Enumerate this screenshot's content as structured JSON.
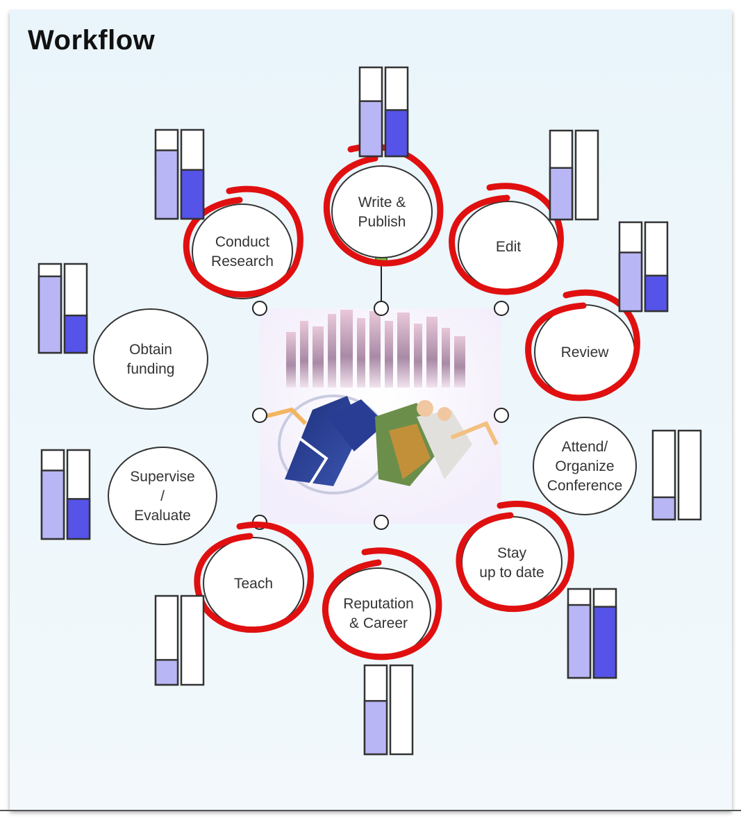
{
  "title": "Workflow",
  "colors": {
    "bar_light": "#b8b6f4",
    "bar_dark": "#5553e8",
    "circle_highlight": "#e01010",
    "handle": "#ffffff"
  },
  "nodes": [
    {
      "id": "write-publish",
      "lines": [
        "Write &",
        "Publish"
      ],
      "highlighted": true,
      "meters": [
        0.62,
        0.52
      ]
    },
    {
      "id": "edit",
      "lines": [
        "Edit"
      ],
      "highlighted": true,
      "meters": [
        0.58,
        0.0
      ]
    },
    {
      "id": "review",
      "lines": [
        "Review"
      ],
      "highlighted": true,
      "meters": [
        0.66,
        0.4
      ]
    },
    {
      "id": "attend-organize-conference",
      "lines": [
        "Attend/",
        "Organize",
        "Conference"
      ],
      "highlighted": false,
      "meters": [
        0.25,
        0.0
      ]
    },
    {
      "id": "stay-up-to-date",
      "lines": [
        "Stay",
        "up to date"
      ],
      "highlighted": true,
      "meters": [
        0.82,
        0.8
      ]
    },
    {
      "id": "reputation-career",
      "lines": [
        "Reputation",
        "& Career"
      ],
      "highlighted": true,
      "meters": [
        0.6,
        0.0
      ]
    },
    {
      "id": "teach",
      "lines": [
        "Teach"
      ],
      "highlighted": true,
      "meters": [
        0.28,
        0.0
      ]
    },
    {
      "id": "supervise-evaluate",
      "lines": [
        "Supervise",
        "/",
        "Evaluate"
      ],
      "highlighted": false,
      "meters": [
        0.77,
        0.45
      ]
    },
    {
      "id": "obtain-funding",
      "lines": [
        "Obtain",
        "funding"
      ],
      "highlighted": false,
      "meters": [
        0.86,
        0.42
      ]
    },
    {
      "id": "conduct-research",
      "lines": [
        "Conduct",
        "Research"
      ],
      "highlighted": true,
      "meters": [
        0.77,
        0.55
      ]
    }
  ]
}
